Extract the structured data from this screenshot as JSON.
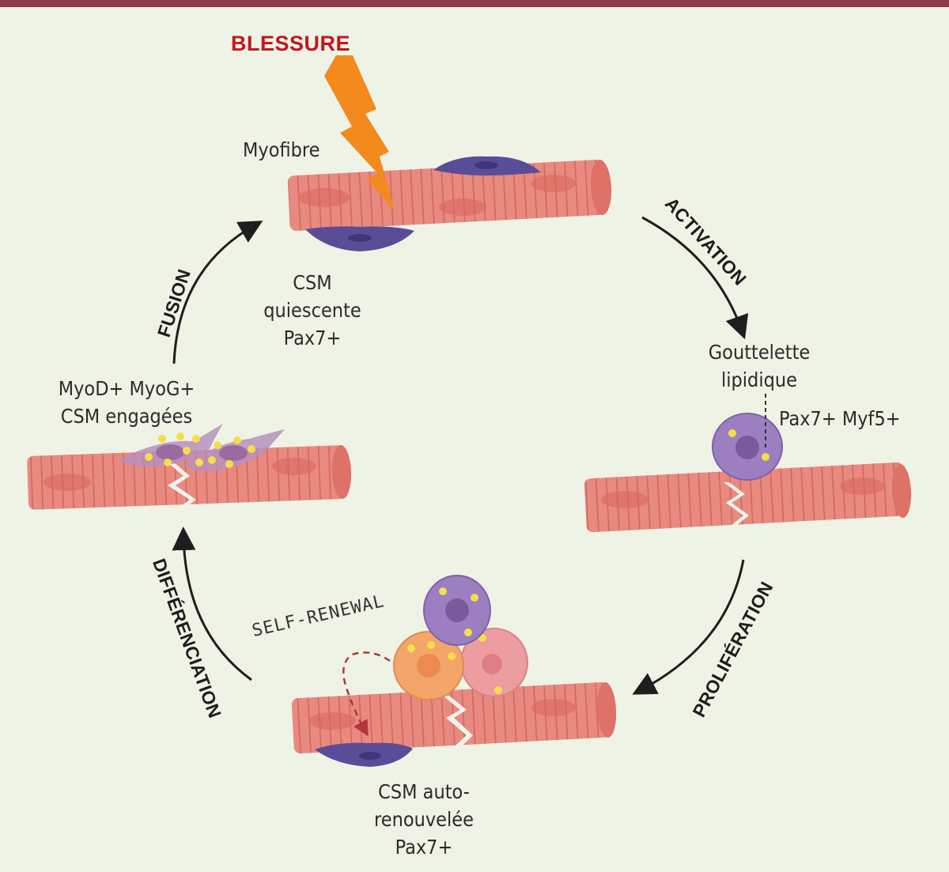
{
  "injury": {
    "label": "BLESSURE",
    "color": "#c4161c",
    "bolt_color": "#f28a1e"
  },
  "top": {
    "myofibre_label": "Myofibre",
    "quiescent_lines": [
      "CSM",
      "quiescente",
      "Pax7+"
    ]
  },
  "right": {
    "droplet_lines": [
      "Gouttelette",
      "lipidique"
    ],
    "marker_label": "Pax7+ Myf5+"
  },
  "bottom": {
    "self_renewal_label": "SELF-RENEWAL",
    "renewed_lines": [
      "CSM auto-",
      "renouvelée",
      "Pax7+"
    ]
  },
  "left": {
    "committed_lines": [
      "MyoD+ MyoG+",
      "CSM engagées"
    ]
  },
  "steps": {
    "activation": "ACTIVATION",
    "proliferation": "PROLIFÉRATION",
    "differentiation": "DIFFÉRENCIATION",
    "fusion": "FUSION"
  },
  "colors": {
    "fiber": "#e98a80",
    "fiber_dark": "#d9675e",
    "satellite_cell": "#5a4d97",
    "activated_cell": "#9b7fc0",
    "orange_cell": "#f3a56a",
    "pink_cell": "#ec9da0",
    "lipid_droplet": "#f6de4a",
    "top_bar": "#8c3a48"
  }
}
